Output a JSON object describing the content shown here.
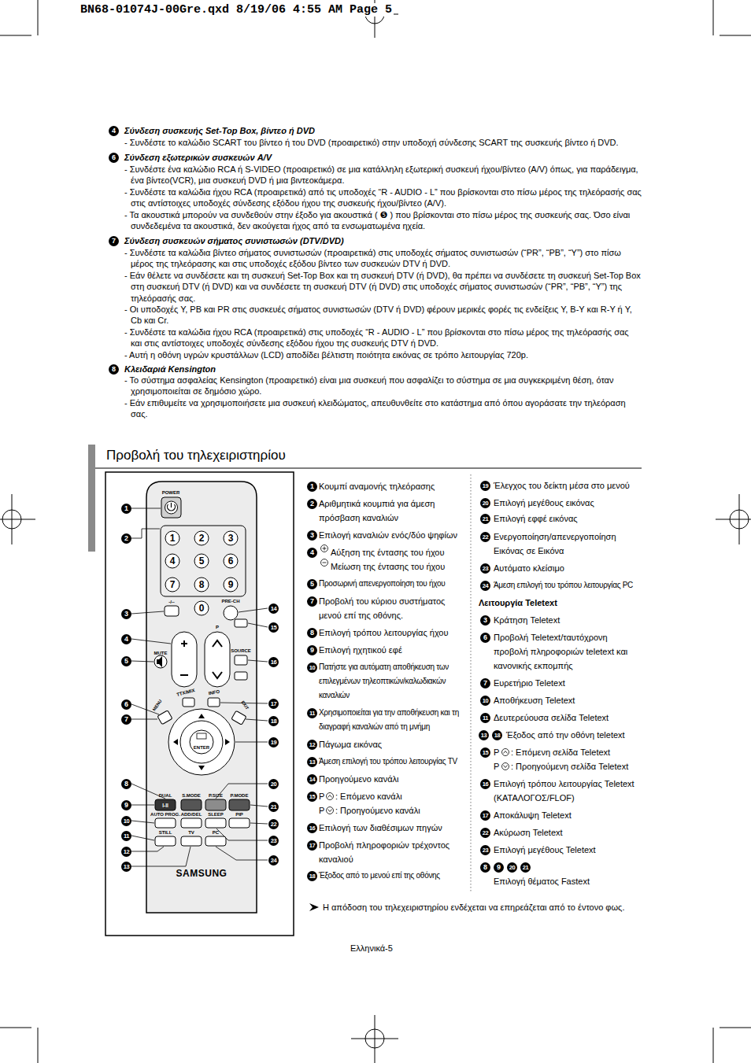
{
  "diagram": {
    "title": "Προβολή του τηλεχειριστηρίου",
    "labels": [
      "BN68-01074J-00Gre.qxd  8/19/06  4:55 AM  Page 5",
      "4",
      "Σύνδεση συσκευής Set-Top Box, βίντεο ή DVD",
      "- Συνδέστε το καλώδιο SCART του βίντεο ή του DVD (προαιρετικό) στην υποδοχή σύνδεσης SCART της συσκευής βίντεο ή DVD.",
      "6",
      "Σύνδεση εξωτερικών συσκευών A/V",
      "- Συνδέστε ένα καλώδιο RCA ή S-VIDEO (προαιρετικό) σε μια κατάλληλη εξωτερική συσκευή ήχου/βίντεο (A/V) όπως, για παράδειγμα, ένα βίντεο(VCR), μια συσκευή DVD ή μια βιντεοκάμερα.",
      "- Συνδέστε τα καλώδια ήχου RCA (προαιρετικά) από τις υποδοχές “R - AUDIO - L” που βρίσκονται στο πίσω μέρος της τηλεόρασής σας στις αντίστοιχες υποδοχές σύνδεσης εξόδου ήχου της συσκευής ήχου/βίντεο (A/V).",
      "- Τα ακουστικά μπορούν να συνδεθούν στην έξοδο για ακουστικά ( ❺ ) που βρίσκονται στο πίσω μέρος της συσκευής σας. Όσο είναι συνδεδεμένα τα ακουστικά, δεν ακούγεται ήχος από τα ενσωματωμένα ηχεία.",
      "7",
      "Σύνδεση συσκευών σήματος συνιστωσών (DTV/DVD)",
      "- Συνδέστε τα καλώδια βίντεο σήματος συνιστωσών (προαιρετικά) στις υποδοχές σήματος συνιστωσών (“PR”, “PB”, “Y”) στο πίσω μέρος της τηλεόρασης και στις υποδοχές εξόδου βίντεο των συσκευών DTV ή DVD.",
      "- Εάν θέλετε να συνδέσετε και τη συσκευή Set-Top Box και τη συσκευή DTV (ή DVD), θα πρέπει να συνδέσετε τη συσκευή Set-Top Box στη συσκευή DTV (ή DVD) και να συνδέσετε τη συσκευή DTV (ή DVD) στις υποδοχές σήματος συνιστωσών (“PR”, “PB”, “Y”) της τηλεόρασής σας.",
      "- Οι υποδοχές Y, PB και PR στις συσκευές σήματος συνιστωσών (DTV ή DVD) φέρουν μερικές φορές τις ενδείξεις Y, B-Y και R-Y ή Y, Cb και Cr.",
      "- Συνδέστε τα καλώδια ήχου RCA (προαιρετικά) στις υποδοχές “R - AUDIO - L” που βρίσκονται στο πίσω μέρος της τηλεόρασής σας και στις αντίστοιχες υποδοχές σύνδεσης εξόδου ήχου της συσκευής DTV ή DVD.",
      "- Αυτή η οθόνη υγρών κρυστάλλων (LCD) αποδίδει βέλτιστη ποιότητα εικόνας σε τρόπο λειτουργίας 720p.",
      "8",
      "Κλειδαριά Kensington",
      "- Το σύστημα ασφαλείας Kensington (προαιρετικό) είναι μια συσκευή που ασφαλίζει το σύστημα σε μια συγκεκριμένη θέση, όταν χρησιμοποιείται σε δημόσιο χώρο.",
      "- Εάν επιθυμείτε να χρησιμοποιήσετε μια συσκευή κλειδώματος, απευθυνθείτε στο κατάστημα από όπου αγοράσατε την τηλεόραση σας.",
      "1",
      "2",
      "3",
      "4",
      "5",
      "6",
      "7",
      "8",
      "9",
      "10",
      "11",
      "12",
      "13",
      "14",
      "15",
      "16",
      "17",
      "18",
      "19",
      "20",
      "21",
      "22",
      "23",
      "24",
      "POWER",
      "1",
      "2",
      "3",
      "4",
      "5",
      "6",
      "7",
      "8",
      "9",
      "0",
      "-/--",
      "PRE-CH",
      "P",
      "SOURCE",
      "MUTE",
      "TTX/MIX",
      "INFO",
      "MENU",
      "EXIT",
      "ENTER",
      "DUAL",
      "S.MODE",
      "P.SIZE",
      "P.MODE",
      "I-II",
      "AUTO PROG.",
      "ADD/DEL",
      "SLEEP",
      "PIP",
      "STILL",
      "TV",
      "PC",
      "SAMSUNG",
      "1",
      "Κουμπί αναμονής τηλεόρασης",
      "2",
      "Αριθμητικά κουμπιά για άμεση πρόσβαση καναλιών",
      "3",
      "Επιλογή καναλιών ενός/δύο ψηφίων",
      "4",
      "Αύξηση της έντασης του ήχου",
      "Μείωση της έντασης του ήχου",
      "5",
      "Προσωρινή απενεργοποίηση  του ήχου",
      "7",
      "Προβολή του κύριου συστήματος μενού επί της οθόνης.",
      "8",
      "Επιλογή τρόπου λειτουργίας ήχου",
      "9",
      "Επιλογή ηχητικού εφέ",
      "10",
      "Πατήστε για αυτόματη αποθήκευση των επιλεγμένων τηλεοπτικών/καλωδιακών καναλιών",
      "11",
      "Χρησιμοποιείται για την αποθήκευση και τη διαγραφή καναλιών από τη μνήμη",
      "12",
      "Πάγωμα εικόνας",
      "13",
      "Άμεση επιλογή του τρόπου λειτουργίας TV",
      "14",
      "Προηγούμενο κανάλι",
      "15",
      "P",
      ": Επόμενο κανάλι",
      "P",
      ": Προηγούμενο κανάλι",
      "16",
      "Επιλογή των διαθέσιμων πηγών",
      "17",
      "Προβολή πληροφοριών τρέχοντος καναλιού",
      "18",
      "Έξοδος από το μενού επί της οθόνης",
      "19",
      "Έλεγχος του δείκτη μέσα στο μενού",
      "20",
      "Επιλογή μεγέθους εικόνας",
      "21",
      "Επιλογή εφφέ εικόνας",
      "22",
      "Ενεργοποίηση/απενεργοποίηση Εικόνας σε Εικόνα",
      "23",
      "Αυτόματο κλείσιμο",
      "24",
      "Άμεση επιλογή του τρόπου λειτουργίας PC",
      "Λειτουργία Teletext",
      "3",
      "Κράτηση Teletext",
      "6",
      "Προβολή Teletext/ταυτόχρονη προβολή πληροφοριών teletext και κανονικής εκπομπής",
      "7",
      "Ευρετήριο Teletext",
      "10",
      "Αποθήκευση Teletext",
      "11",
      "Δευτερεύουσα σελίδα Teletext",
      "13",
      "18",
      "Έξοδος από την οθόνη teletext",
      "15",
      "P",
      ": Επόμενη σελίδα Teletext",
      "P",
      ": Προηγούμενη σελίδα Teletext",
      "16",
      "Επιλογή τρόπου λειτουργίας Teletext (ΚΑΤΑΛΟΓΟΣ/FLOF)",
      "17",
      "Αποκάλυψη Teletext",
      "22",
      "Ακύρωση Teletext",
      "23",
      "Επιλογή μεγέθους Teletext",
      "8",
      "9",
      "20",
      "21",
      "Επιλογή θέματος Fastext",
      "Η απόδοση του τηλεχειριστηρίου ενδέχεται να επηρεάζεται από το έντονο φως.",
      "Ελληνικά-5"
    ]
  }
}
